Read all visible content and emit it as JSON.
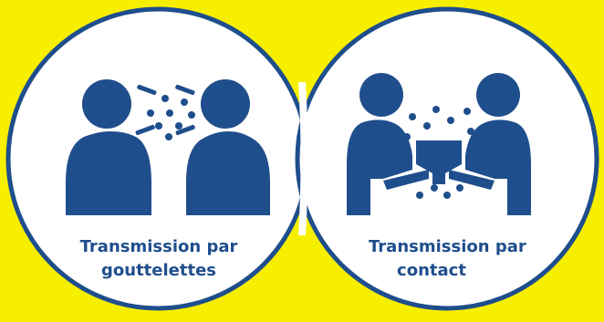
{
  "background_color": "#f7ef00",
  "circle_fill": "#ffffff",
  "circle_stroke": "#1f4e8c",
  "figure_color": "#1f4e8c",
  "panels": [
    {
      "icon": "droplet-transmission-icon",
      "label_line1": "Transmission par",
      "label_line2": "gouttelettes"
    },
    {
      "icon": "contact-transmission-icon",
      "label_line1": "Transmission par",
      "label_line2": "contact"
    }
  ]
}
